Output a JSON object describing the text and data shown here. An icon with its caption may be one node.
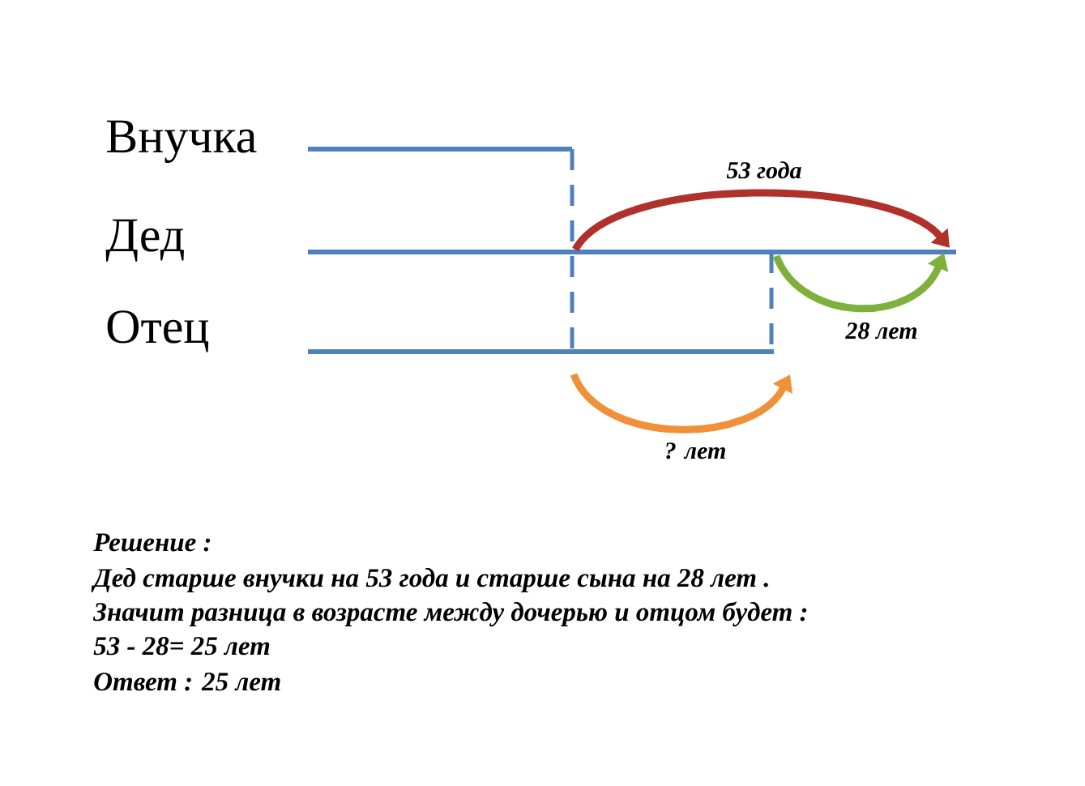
{
  "diagram": {
    "labels": [
      "Внучка",
      "Дед",
      "Отец",
      "53 года",
      "28 лет",
      "? лет",
      "Решение :",
      "Дед старше внучки на 53 года  и старше сына на 28 лет .",
      "Значит разница в возрасте между дочерью и отцом будет :",
      "53 - 28= 25 лет",
      "Ответ : 25 лет"
    ]
  }
}
